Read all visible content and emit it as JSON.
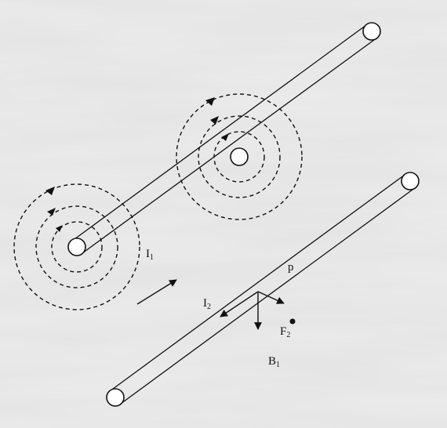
{
  "labels": {
    "current_1": {
      "main": "I",
      "sub": "1"
    },
    "current_2": {
      "main": "I",
      "sub": "2"
    },
    "point": {
      "main": "p"
    },
    "force_2": {
      "main": "F",
      "sub": "2"
    },
    "field_1": {
      "main": "B",
      "sub": "1"
    }
  }
}
